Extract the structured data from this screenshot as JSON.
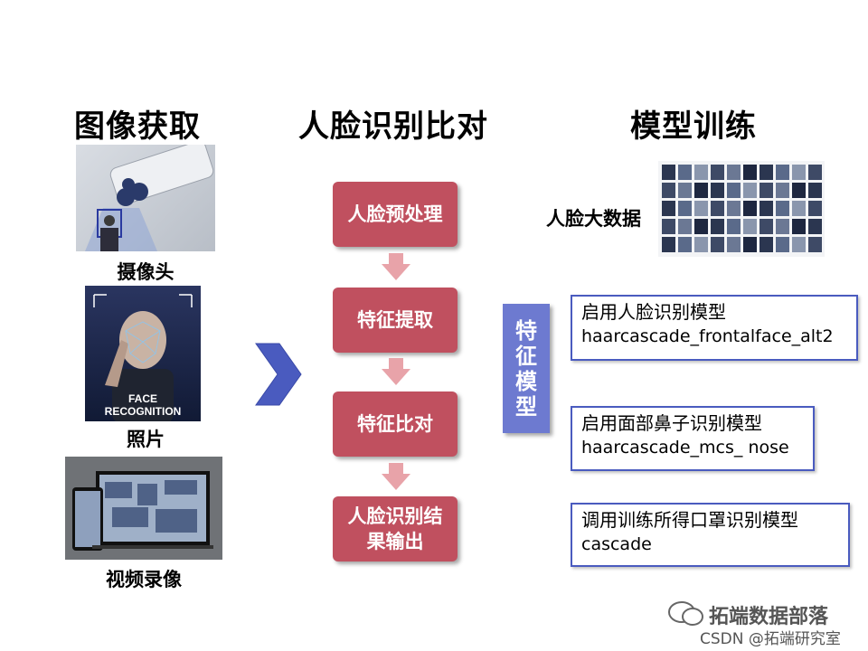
{
  "columns": {
    "acquire": "图像获取",
    "compare": "人脸识别比对",
    "train": "模型训练"
  },
  "sources": [
    {
      "label": "摄像头"
    },
    {
      "label": "照片"
    },
    {
      "label": "视频录像"
    }
  ],
  "photo_text": {
    "face_line1": "FACE",
    "face_line2": "RECOGNITION"
  },
  "steps": [
    {
      "line1": "人脸预处理",
      "line2": ""
    },
    {
      "line1": "特征提取",
      "line2": ""
    },
    {
      "line1": "特征比对",
      "line2": ""
    },
    {
      "line1": "人脸识别结",
      "line2": "果输出"
    }
  ],
  "big_data_label": "人脸大数据",
  "feature_label_chars": [
    "特",
    "征",
    "模",
    "型"
  ],
  "models": [
    {
      "title": "启用人脸识别模型",
      "name": "haarcascade_frontalface_alt2"
    },
    {
      "title": "启用面部鼻子识别模型",
      "name": "haarcascade_mcs_ nose"
    },
    {
      "title": "调用训练所得口罩识别模型",
      "name": "cascade"
    }
  ],
  "watermark": {
    "brand": "拓端数据部落",
    "credit": "CSDN @拓端研究室"
  },
  "colors": {
    "step": "#c0505f",
    "arrow": "#e8a3a9",
    "chevron": "#4a5bbf",
    "model_border": "#4a5bbf",
    "feature_label": "#6d7ad0"
  }
}
